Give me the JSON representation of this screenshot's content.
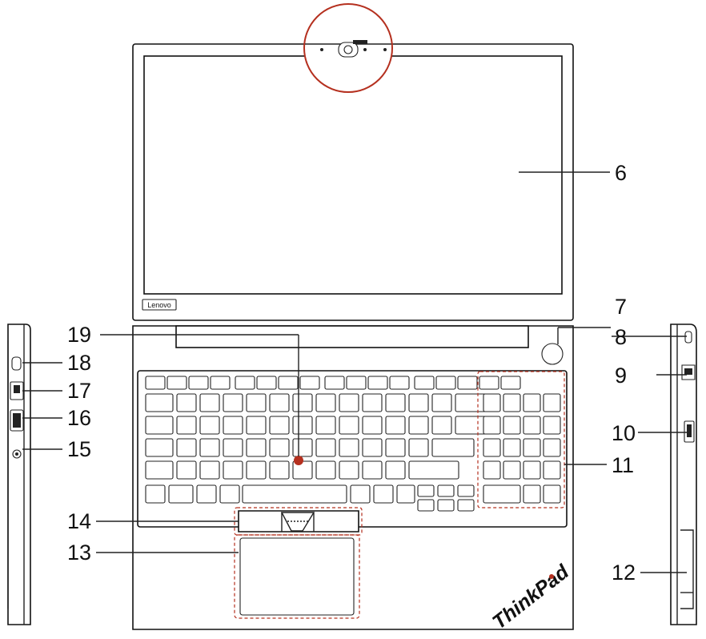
{
  "brand": {
    "lenovo_badge": "Lenovo",
    "thinkpad_logo": "ThinkPad"
  },
  "callouts": {
    "c6": "6",
    "c7": "7",
    "c8": "8",
    "c9": "9",
    "c10": "10",
    "c11": "11",
    "c12": "12",
    "c13": "13",
    "c14": "14",
    "c15": "15",
    "c16": "16",
    "c17": "17",
    "c18": "18",
    "c19": "19"
  },
  "colors": {
    "highlight": "#b5301f",
    "outline": "#111111",
    "background": "#ffffff"
  }
}
